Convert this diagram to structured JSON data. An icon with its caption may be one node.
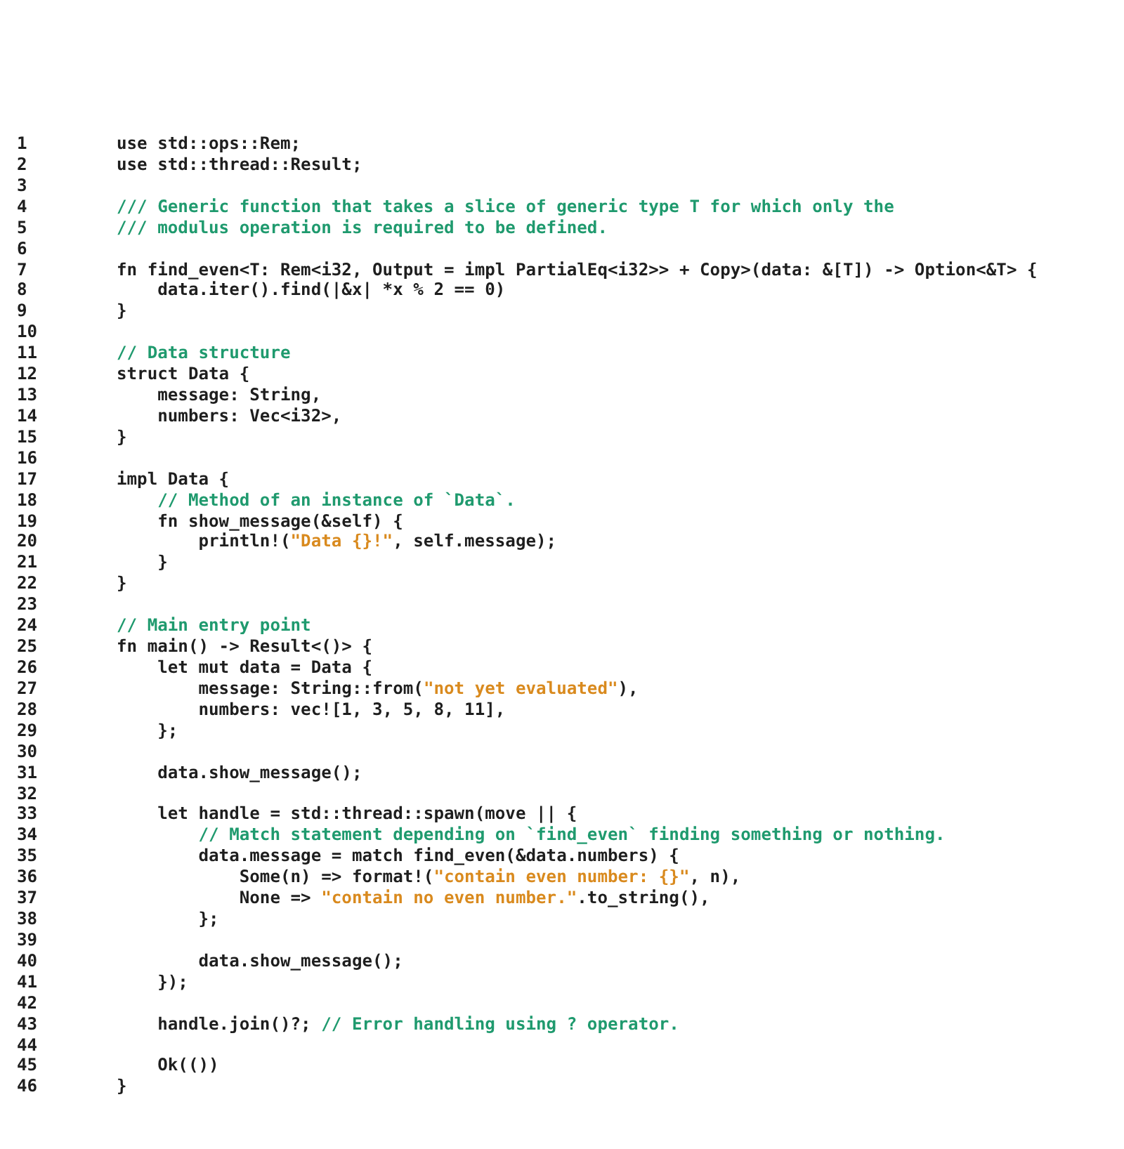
{
  "diagram": {
    "labels": [
      "1",
      "use std::ops::Rem;",
      "2",
      "use std::thread::Result;",
      "3",
      "4",
      "/// Generic function that takes a slice of generic type T for which only the",
      "5",
      "/// modulus operation is required to be defined.",
      "6",
      "7",
      "fn find_even<T: Rem<i32, Output = impl PartialEq<i32>> + Copy>(data: &[T]) -> Option<&T> {",
      "8",
      "    data.iter().find(|&x| *x % 2 == 0)",
      "9",
      "}",
      "10",
      "11",
      "// Data structure",
      "12",
      "struct Data {",
      "13",
      "    message: String,",
      "14",
      "    numbers: Vec<i32>,",
      "15",
      "}",
      "16",
      "17",
      "impl Data {",
      "18",
      "    // Method of an instance of `Data`.",
      "19",
      "    fn show_message(&self) {",
      "20",
      "        println!(\"Data {}!\", self.message);",
      "21",
      "    }",
      "22",
      "}",
      "23",
      "24",
      "// Main entry point",
      "25",
      "fn main() -> Result<()> {",
      "26",
      "    let mut data = Data {",
      "27",
      "        message: String::from(\"not yet evaluated\"),",
      "28",
      "        numbers: vec![1, 3, 5, 8, 11],",
      "29",
      "    };",
      "30",
      "31",
      "    data.show_message();",
      "32",
      "33",
      "    let handle = std::thread::spawn(move || {",
      "34",
      "        // Match statement depending on `find_even` finding something or nothing.",
      "35",
      "        data.message = match find_even(&data.numbers) {",
      "36",
      "            Some(n) => format!(\"contain even number: {}\", n),",
      "37",
      "            None => \"contain no even number.\".to_string(),",
      "38",
      "        };",
      "39",
      "40",
      "        data.show_message();",
      "41",
      "    });",
      "42",
      "43",
      "    handle.join()?; // Error handling using ? operator.",
      "44",
      "45",
      "    Ok(())",
      "46",
      "}"
    ]
  }
}
